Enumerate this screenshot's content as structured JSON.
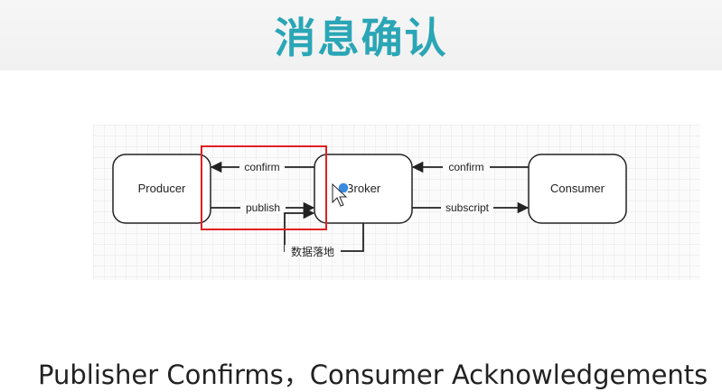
{
  "title": "消息确认",
  "subtitle": "Publisher Confirms，Consumer Acknowledgements",
  "diagram": {
    "nodes": {
      "producer": "Producer",
      "broker": "Broker",
      "consumer": "Consumer"
    },
    "edges": {
      "confirm_to_producer": "confirm",
      "publish": "publish",
      "confirm_to_broker": "confirm",
      "subscript": "subscript",
      "persist": "数据落地"
    }
  },
  "colors": {
    "title": "#2aa6b6",
    "highlight": "#e02020",
    "cursor_dot": "#3a8be0"
  },
  "icons": [
    "mouse-pointer-icon"
  ]
}
